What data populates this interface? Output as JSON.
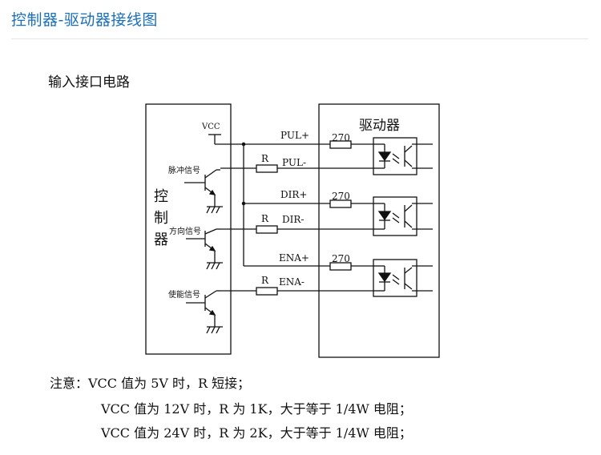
{
  "page": {
    "title": "控制器-驱动器接线图",
    "subtitle": "输入接口电路"
  },
  "diagram": {
    "controller_label": "控\n制\n器",
    "driver_label": "驱动器",
    "vcc_label": "VCC",
    "signals": {
      "pulse": "脉冲信号",
      "direction": "方向信号",
      "enable": "使能信号"
    },
    "terminals": [
      "PUL+",
      "PUL-",
      "DIR+",
      "DIR-",
      "ENA+",
      "ENA-"
    ],
    "resistor_internal": "270",
    "resistor_external": "R"
  },
  "notes": {
    "line1": "注意：VCC 值为 5V 时，R 短接；",
    "line2": "VCC 值为 12V 时，R 为 1K，大于等于 1/4W 电阻；",
    "line3": "VCC 值为 24V 时，R 为 2K，大于等于 1/4W 电阻；"
  }
}
